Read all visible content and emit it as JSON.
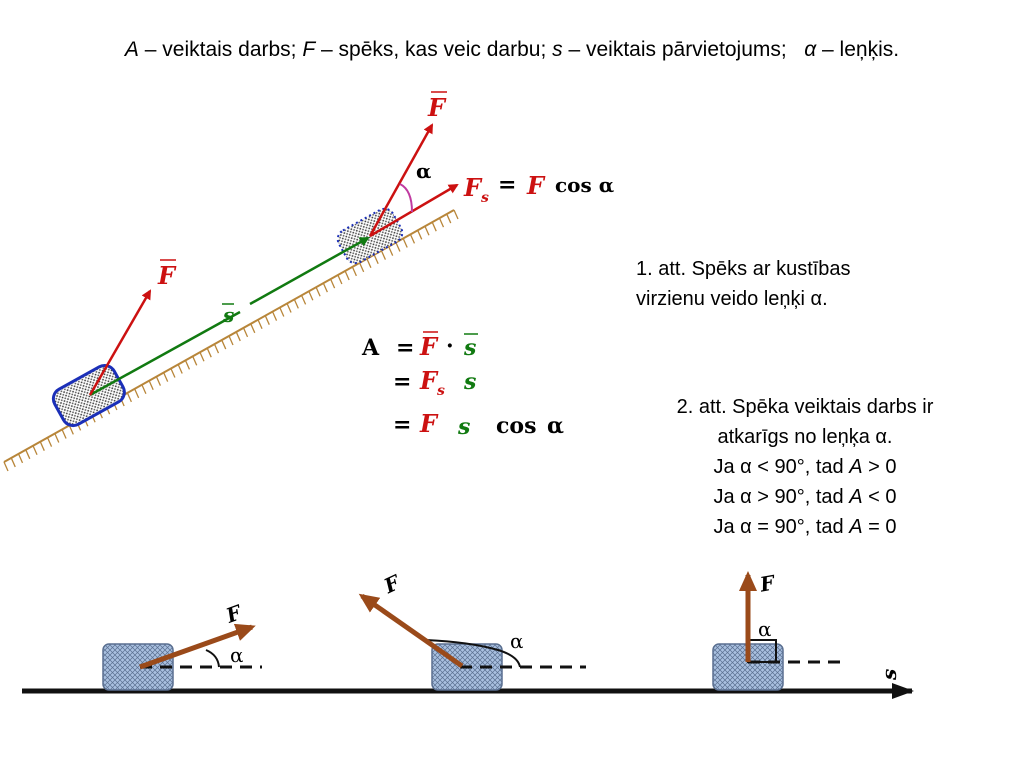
{
  "header": {
    "A": "A",
    "t1": " – veiktais darbs; ",
    "F": "F",
    "t2": " – spēks, kas veic darbu; ",
    "s": "s",
    "t3": " – veiktais pārvietojums;   ",
    "alpha": "α",
    "t4": " – leņķis."
  },
  "caption1": {
    "line1": "1. att. Spēks ar kustības",
    "line2": "virzienu veido leņķi α."
  },
  "caption2": {
    "line1": "2. att. Spēka veiktais darbs ir",
    "line2": "atkarīgs no leņķa α.",
    "c1_pre": "Ja α < 90°, tad ",
    "c1_A": "A",
    "c1_post": " > 0",
    "c2_pre": "Ja α > 90°, tad ",
    "c2_A": "A",
    "c2_post": " < 0",
    "c3_pre": "Ja α = 90°, tad ",
    "c3_A": "A",
    "c3_post": " = 0"
  },
  "fig1": {
    "F_label": "F",
    "s_label": "s",
    "alpha_label": "α",
    "Fs_F": "F",
    "Fs_sub": "s",
    "eq_sign": "=",
    "Fs_rhs_F": "F",
    "cos_alpha": "cos α"
  },
  "formula": {
    "A": "A",
    "eq": "=",
    "F": "F",
    "dot": "·",
    "s": "s",
    "Fs_F": "F",
    "Fs_sub": "s",
    "cos": "cos",
    "alpha": "α"
  },
  "fig2": {
    "F_label": "F",
    "alpha_label": "α",
    "s_axis_label": "s"
  },
  "colors": {
    "force": "#cc1111",
    "displacement": "#117a11",
    "box_border": "#1b2fb8",
    "fig2_force": "#9a4a1a",
    "fig2_box": "#a9c0e0"
  }
}
